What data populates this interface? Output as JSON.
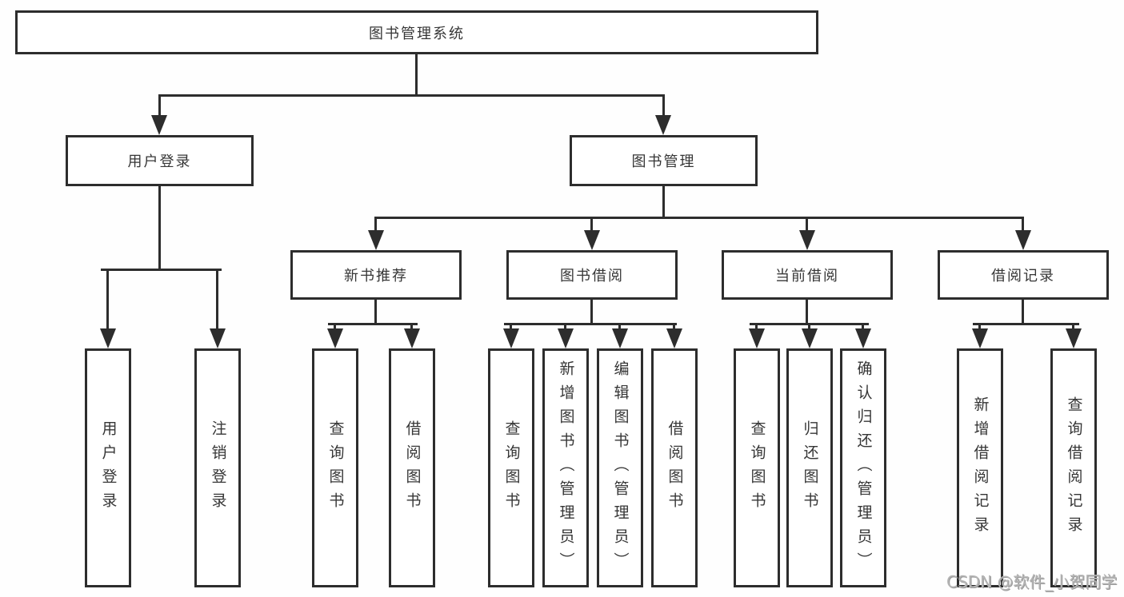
{
  "tree": {
    "root": {
      "label": "图书管理系统"
    },
    "branches": [
      {
        "label": "用户登录",
        "leaves": [
          "用户登录",
          "注销登录"
        ]
      },
      {
        "label": "图书管理",
        "groups": [
          {
            "label": "新书推荐",
            "leaves": [
              "查询图书",
              "借阅图书"
            ]
          },
          {
            "label": "图书借阅",
            "leaves": [
              "查询图书",
              "新增图书（管理员）",
              "编辑图书（管理员）",
              "借阅图书"
            ]
          },
          {
            "label": "当前借阅",
            "leaves": [
              "查询图书",
              "归还图书",
              "确认归还（管理员）"
            ]
          },
          {
            "label": "借阅记录",
            "leaves": [
              "新增借阅记录",
              "查询借阅记录"
            ]
          }
        ]
      }
    ]
  },
  "watermark": "CSDN @软件_小贺同学",
  "colors": {
    "line": "#2d2d2d",
    "text": "#363636",
    "watermark": "#b5b5b5",
    "background": "#fefefe"
  }
}
